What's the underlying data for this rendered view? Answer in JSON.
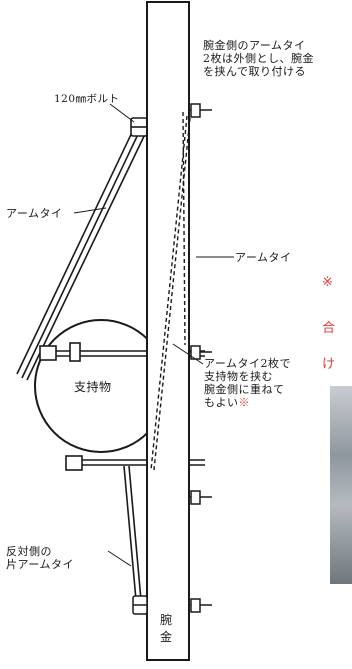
{
  "labels": {
    "note_line1": "腕金側のアームタイ",
    "note_line2": "2枚は外側とし、腕金",
    "note_line3": "を挟んで取り付ける",
    "bolt": "120㎜ボルト",
    "arm_tie_left": "アームタイ",
    "arm_tie_right": "アームタイ",
    "clamp_line1": "アームタイ2枚で",
    "clamp_line2": "支持物を挟む",
    "clamp_line3": "腕金側に重ねて",
    "clamp_line4": "もよい",
    "clamp_mark": "※",
    "support": "支持物",
    "opp_line1": "反対側の",
    "opp_line2": "片アームタイ",
    "crossarm_line1": "腕",
    "crossarm_line2": "金"
  },
  "side_text": {
    "mark": "※",
    "char1": "合",
    "char2": "け"
  },
  "colors": {
    "ink": "#1a1a1a",
    "accent_red": "#e03a3a"
  }
}
